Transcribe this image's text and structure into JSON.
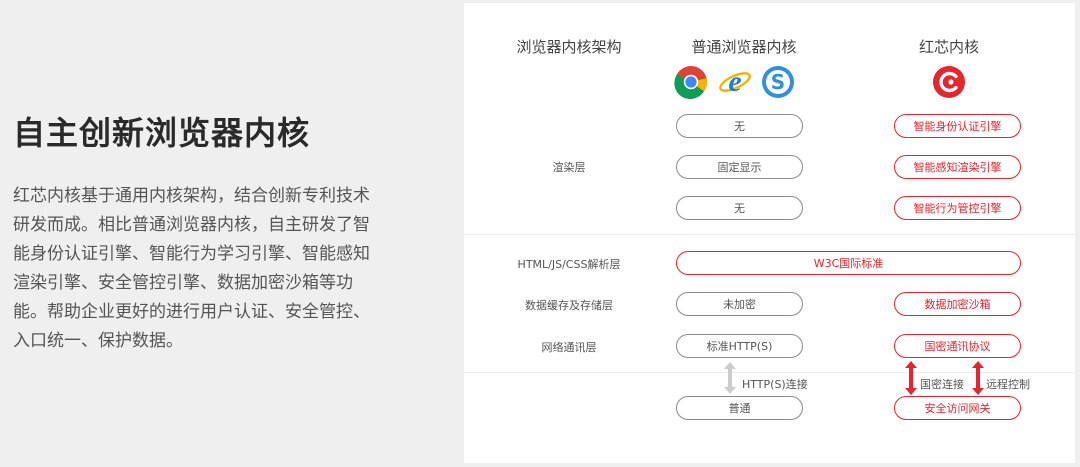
{
  "left": {
    "title": "自主创新浏览器内核",
    "description": "红芯内核基于通用内核架构，结合创新专利技术研发而成。相比普通浏览器内核，自主研发了智能身份认证引擎、智能行为学习引擎、智能感知渲染引擎、安全管控引擎、数据加密沙箱等功能。帮助企业更好的进行用户认证、安全管控、入口统一、保护数据。"
  },
  "columns": {
    "arch": "浏览器内核架构",
    "normal": "普通浏览器内核",
    "redcore": "红芯内核"
  },
  "icons": {
    "normal": [
      "chrome-icon",
      "ie-icon",
      "sogou-icon"
    ],
    "redcore": "redcore-icon"
  },
  "colors": {
    "accent": "#e8242c",
    "gray_border": "#8a8a8a",
    "arrow_gray": "#cccccc"
  },
  "rows": {
    "render_label": "渲染层",
    "render_normal": [
      "无",
      "固定显示",
      "无"
    ],
    "render_redcore": [
      "智能身份认证引擎",
      "智能感知渲染引擎",
      "智能行为管控引擎"
    ],
    "parse_label": "HTML/JS/CSS解析层",
    "parse_shared": "W3C国际标准",
    "storage_label": "数据缓存及存储层",
    "storage_normal": "未加密",
    "storage_redcore": "数据加密沙箱",
    "network_label": "网络通讯层",
    "network_normal": "标准HTTP(S)",
    "network_redcore": "国密通讯协议"
  },
  "connections": {
    "normal_arrow": "HTTP(S)连接",
    "redcore_arrow_1": "国密连接",
    "redcore_arrow_2": "远程控制"
  },
  "bottom": {
    "normal": "普通",
    "redcore": "安全访问网关"
  }
}
